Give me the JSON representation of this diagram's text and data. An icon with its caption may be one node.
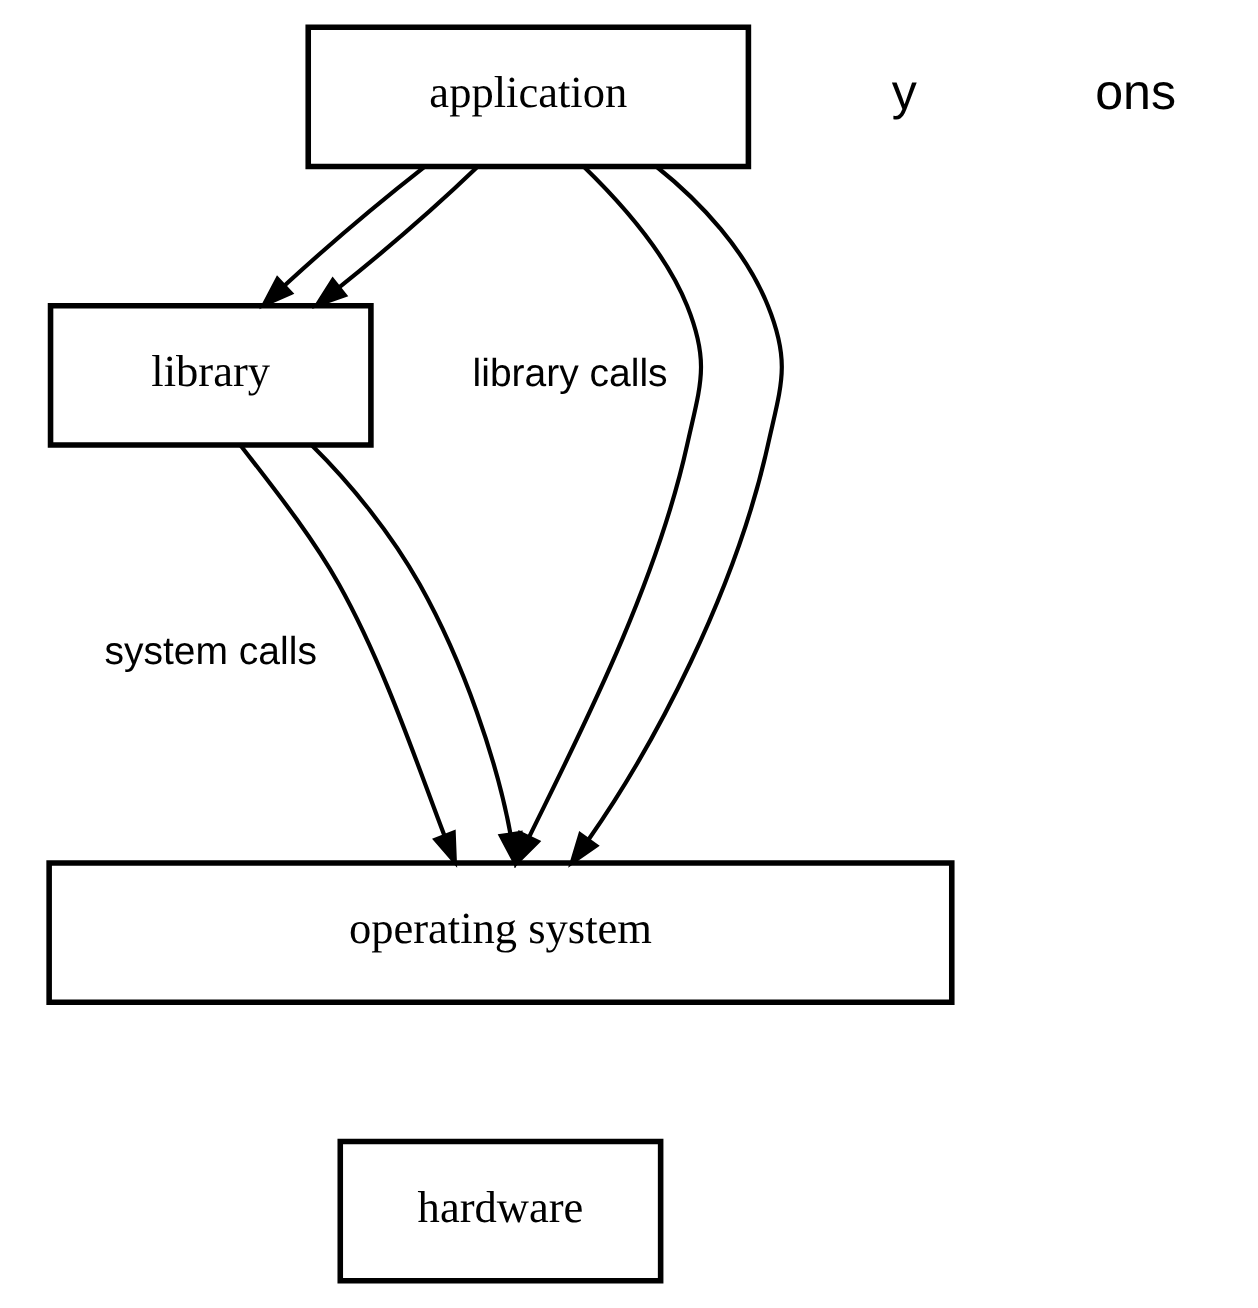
{
  "diagram": {
    "nodes": [
      {
        "text": [
          "application"
        ]
      },
      {
        "text": [
          "library"
        ]
      },
      {
        "text": [
          "operating system"
        ]
      },
      {
        "text": [
          "hardware"
        ]
      }
    ],
    "edges": [
      {
        "from": 0,
        "to": 1,
        "arrow": "to"
      },
      {
        "from": 0,
        "to": 1,
        "arrow": "to"
      },
      {
        "from": 0,
        "to": 2,
        "arrow": "to"
      },
      {
        "from": 0,
        "to": 2,
        "arrow": "to"
      },
      {
        "from": 1,
        "to": 2,
        "arrow": "to"
      },
      {
        "from": 1,
        "to": 2,
        "arrow": "to"
      }
    ],
    "labels": [
      "y",
      "ons",
      "library calls",
      "system calls"
    ]
  }
}
